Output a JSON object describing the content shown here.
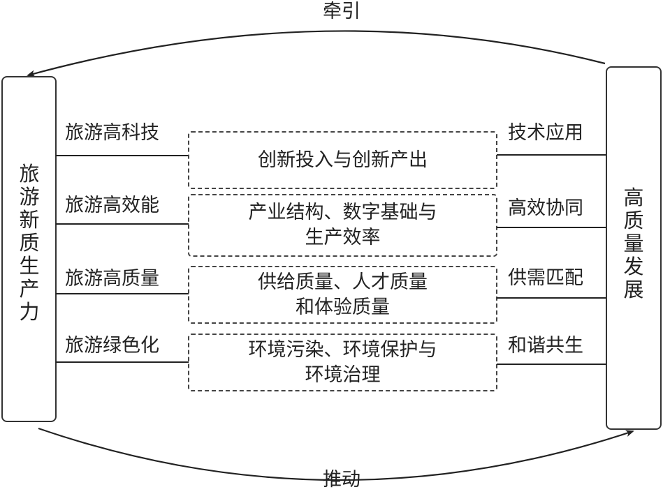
{
  "diagram": {
    "top_arrow_label": "牵引",
    "bottom_arrow_label": "推动",
    "left_box": {
      "label": "旅游新质生产力",
      "chars": [
        "旅",
        "游",
        "新",
        "质",
        "生",
        "产",
        "力"
      ]
    },
    "right_box": {
      "label": "高质量发展",
      "chars": [
        "高",
        "质",
        "量",
        "发",
        "展"
      ]
    },
    "rows": [
      {
        "left_label": "旅游高科技",
        "center_lines": [
          "创新投入与创新产出"
        ],
        "right_label": "技术应用"
      },
      {
        "left_label": "旅游高效能",
        "center_lines": [
          "产业结构、数字基础与",
          "生产效率"
        ],
        "right_label": "高效协同"
      },
      {
        "left_label": "旅游高质量",
        "center_lines": [
          "供给质量、人才质量",
          "和体验质量"
        ],
        "right_label": "供需匹配"
      },
      {
        "left_label": "旅游绿色化",
        "center_lines": [
          "环境污染、环境保护与",
          "环境治理"
        ],
        "right_label": "和谐共生"
      }
    ],
    "colors": {
      "stroke": "#222222",
      "background": "#ffffff"
    }
  }
}
